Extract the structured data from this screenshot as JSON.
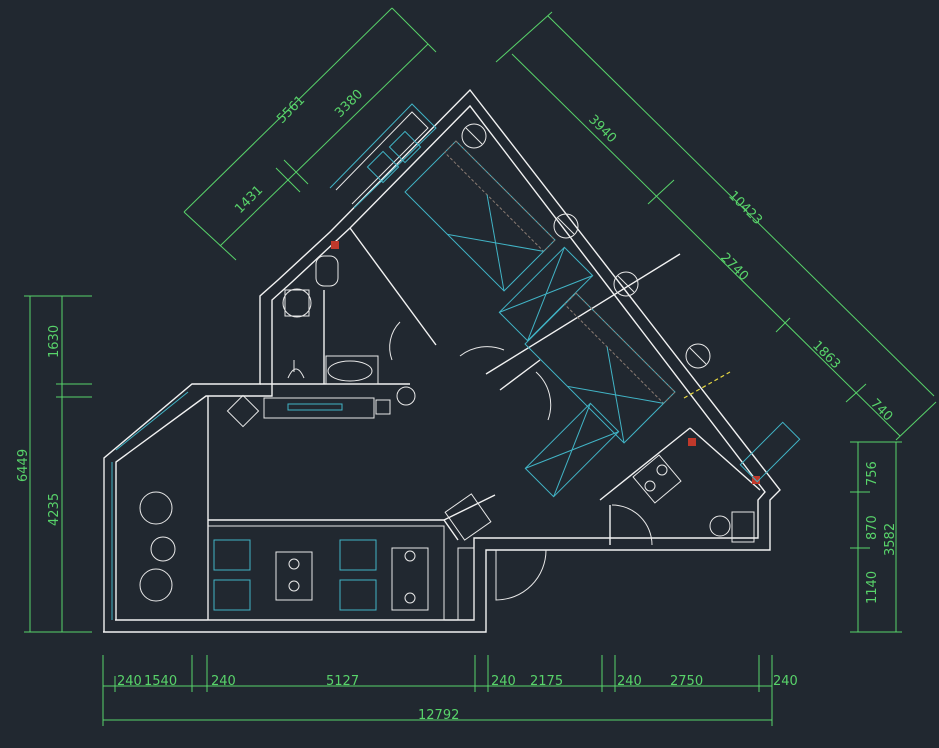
{
  "colors": {
    "background": "#212830",
    "dimension": "#58d36a",
    "wall": "#f2f2f2",
    "furniture": "#41b4c6",
    "hatch": "#8a7b72",
    "marker": "#e8d840",
    "column": "#c0392b"
  },
  "dimensions": {
    "bottom": {
      "d1": "240",
      "d2": "1540",
      "d3": "240",
      "d4": "5127",
      "d5": "240",
      "d6": "2175",
      "d7": "240",
      "d8": "2750",
      "d9": "240",
      "total": "12792"
    },
    "left": {
      "top_part": "1630",
      "lower_part": "4235",
      "total": "6449"
    },
    "right": {
      "upper": "756",
      "middle": "870",
      "lower": "1140",
      "total": "3582"
    },
    "top_left_diag": {
      "total": "5561",
      "part_a": "3380",
      "part_b": "1431"
    },
    "top_right_diag": {
      "total": "10423",
      "p1": "3940",
      "p2": "2740",
      "p3": "1863",
      "p4": "740"
    }
  }
}
